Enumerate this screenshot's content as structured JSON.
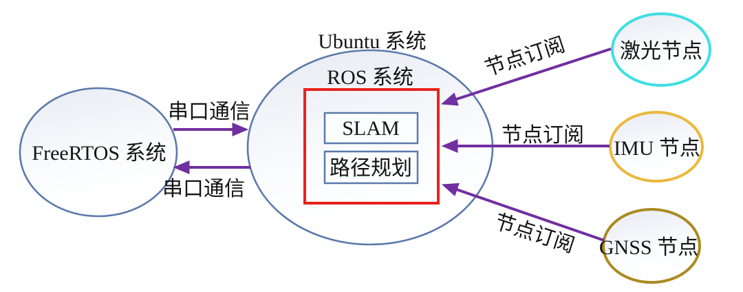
{
  "diagram_type": "system-architecture",
  "nodes": {
    "freertos": {
      "label": "FreeRTOS 系统",
      "shape": "ellipse",
      "border_color": "#5b79ab"
    },
    "ubuntu": {
      "label": "Ubuntu 系统",
      "shape": "ellipse",
      "border_color": "#5b79ab"
    },
    "ros": {
      "label": "ROS 系统",
      "shape": "rect",
      "border_color": "#e8231d"
    },
    "slam": {
      "label": "SLAM",
      "shape": "rect",
      "border_color": "#5b79ab"
    },
    "path_planning": {
      "label": "路径规划",
      "shape": "rect",
      "border_color": "#5b79ab"
    },
    "laser": {
      "label": "激光节点",
      "shape": "ellipse",
      "border_color": "#3fdfe3"
    },
    "imu": {
      "label": "IMU 节点",
      "shape": "ellipse",
      "border_color": "#eab93c"
    },
    "gnss": {
      "label": "GNSS 节点",
      "shape": "ellipse",
      "border_color": "#aa8b21"
    }
  },
  "edges": {
    "serial_tx": {
      "label": "串口通信",
      "from": "FreeRTOS 系统",
      "to": "Ubuntu 系统"
    },
    "serial_rx": {
      "label": "串口通信",
      "from": "Ubuntu 系统",
      "to": "FreeRTOS 系统"
    },
    "sub_laser": {
      "label": "节点订阅",
      "from": "激光节点",
      "to": "ROS 系统"
    },
    "sub_imu": {
      "label": "节点订阅",
      "from": "IMU 节点",
      "to": "ROS 系统"
    },
    "sub_gnss": {
      "label": "节点订阅",
      "from": "GNSS 节点",
      "to": "ROS 系统"
    }
  },
  "colors": {
    "arrow_purple": "#7030a0",
    "outline_blue": "#5b79ab",
    "ros_red": "#e8231d",
    "laser_cyan": "#3fdfe3",
    "imu_gold": "#eab93c",
    "gnss_olive": "#aa8b21",
    "text": "#141414"
  }
}
